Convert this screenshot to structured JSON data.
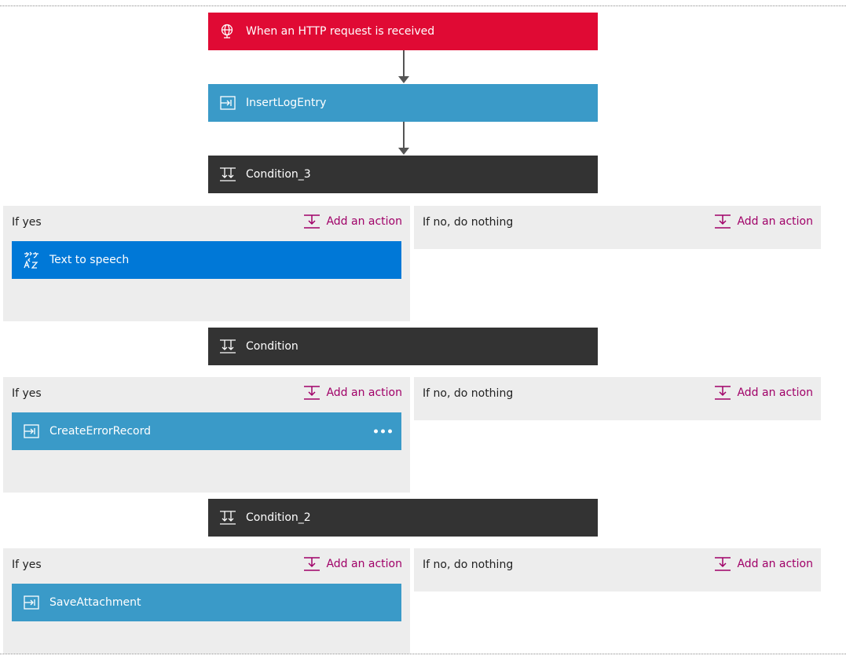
{
  "trigger": {
    "label": "When an HTTP request is received",
    "icon": "globe-icon",
    "color": "#e00a34"
  },
  "action_color": "#3a9ac8",
  "condition_color": "#333333",
  "add_action_color": "#a00068",
  "steps": [
    {
      "label": "InsertLogEntry",
      "icon": "api-action-icon"
    },
    {
      "label": "Condition_3",
      "icon": "condition-icon"
    }
  ],
  "conditions": [
    {
      "name": "Condition_3",
      "yes": {
        "label": "If yes",
        "add_action": "Add an action",
        "actions": [
          {
            "label": "Text to speech",
            "icon": "translate-icon"
          }
        ]
      },
      "no": {
        "label": "If no, do nothing",
        "add_action": "Add an action"
      }
    },
    {
      "name": "Condition",
      "yes": {
        "label": "If yes",
        "add_action": "Add an action",
        "actions": [
          {
            "label": "CreateErrorRecord",
            "icon": "api-action-icon"
          }
        ]
      },
      "no": {
        "label": "If no, do nothing",
        "add_action": "Add an action"
      }
    },
    {
      "name": "Condition_2",
      "yes": {
        "label": "If yes",
        "add_action": "Add an action",
        "actions": [
          {
            "label": "SaveAttachment",
            "icon": "api-action-icon"
          }
        ]
      },
      "no": {
        "label": "If no, do nothing",
        "add_action": "Add an action"
      }
    }
  ]
}
